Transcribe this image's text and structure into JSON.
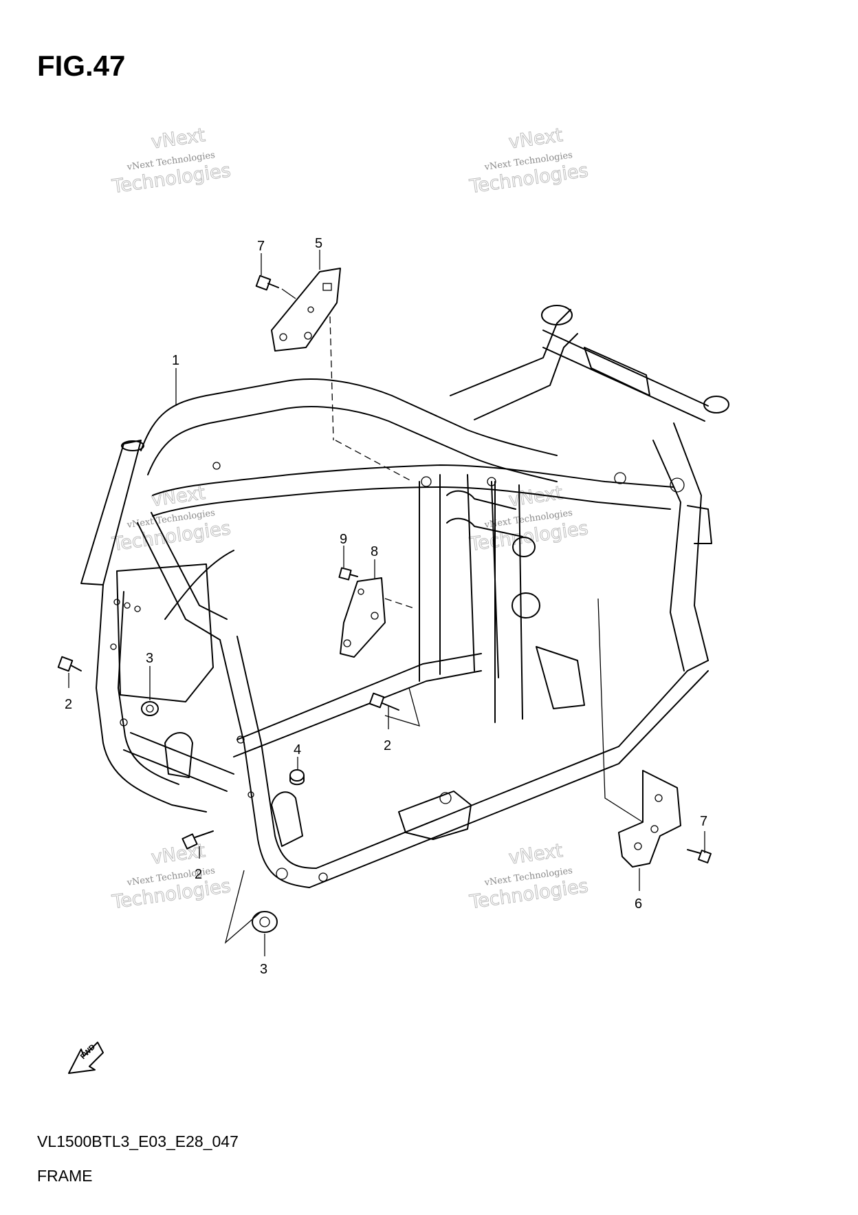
{
  "figure": {
    "title": "FIG.47",
    "model_code": "VL1500BTL3_E03_E28_047",
    "section_name": "FRAME",
    "fwd_label": "FWD"
  },
  "watermark": {
    "line1": "vNext Technologies",
    "line2": "Technologies",
    "line3": "vNext"
  },
  "callouts": [
    {
      "id": "c1",
      "label": "1"
    },
    {
      "id": "c2a",
      "label": "2"
    },
    {
      "id": "c2b",
      "label": "2"
    },
    {
      "id": "c2c",
      "label": "2"
    },
    {
      "id": "c3a",
      "label": "3"
    },
    {
      "id": "c3b",
      "label": "3"
    },
    {
      "id": "c4",
      "label": "4"
    },
    {
      "id": "c5",
      "label": "5"
    },
    {
      "id": "c6",
      "label": "6"
    },
    {
      "id": "c7a",
      "label": "7"
    },
    {
      "id": "c7b",
      "label": "7"
    },
    {
      "id": "c8",
      "label": "8"
    },
    {
      "id": "c9",
      "label": "9"
    }
  ]
}
